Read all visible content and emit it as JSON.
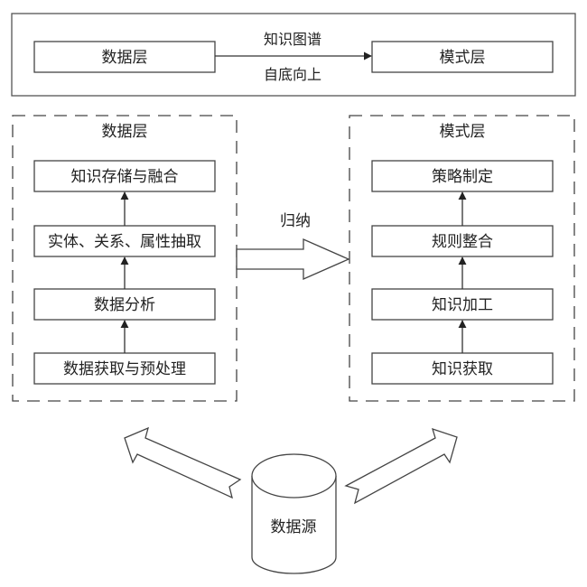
{
  "overview": {
    "source_box": "数据层",
    "target_box": "模式层",
    "arrow_label_top": "知识图谱",
    "arrow_label_bottom": "自底向上"
  },
  "data_layer": {
    "title": "数据层",
    "steps": [
      "知识存储与融合",
      "实体、关系、属性抽取",
      "数据分析",
      "数据获取与预处理"
    ]
  },
  "schema_layer": {
    "title": "模式层",
    "steps": [
      "策略制定",
      "规则整合",
      "知识加工",
      "知识获取"
    ]
  },
  "induction_arrow": {
    "label": "归纳"
  },
  "data_source": {
    "label": "数据源"
  },
  "colors": {
    "stroke": "#444444",
    "text": "#222222",
    "background": "#ffffff"
  }
}
